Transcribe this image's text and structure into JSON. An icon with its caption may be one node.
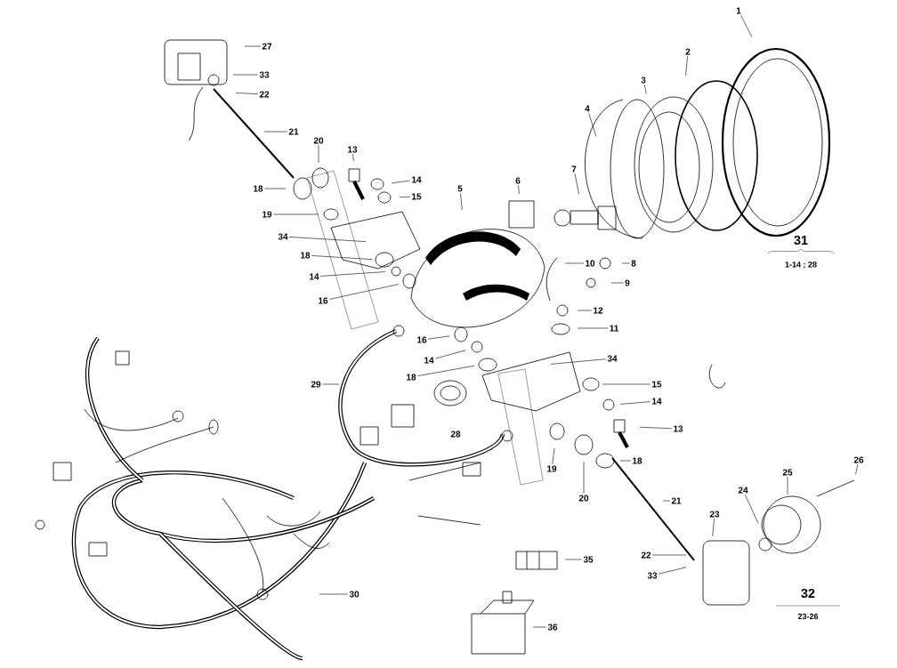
{
  "diagram": {
    "nodes": [
      {
        "text": [
          "1"
        ]
      },
      {
        "text": [
          "2"
        ]
      },
      {
        "text": [
          "3"
        ]
      },
      {
        "text": [
          "4"
        ]
      },
      {
        "text": [
          "5"
        ]
      },
      {
        "text": [
          "6"
        ]
      },
      {
        "text": [
          "7"
        ]
      },
      {
        "text": [
          "8"
        ]
      },
      {
        "text": [
          "9"
        ]
      },
      {
        "text": [
          "10"
        ]
      },
      {
        "text": [
          "11"
        ]
      },
      {
        "text": [
          "12"
        ]
      },
      {
        "text": [
          "13"
        ]
      },
      {
        "text": [
          "14"
        ]
      },
      {
        "text": [
          "15"
        ]
      },
      {
        "text": [
          "20"
        ]
      },
      {
        "text": [
          "21"
        ]
      },
      {
        "text": [
          "27"
        ]
      },
      {
        "text": [
          "33"
        ]
      },
      {
        "text": [
          "22"
        ]
      },
      {
        "text": [
          "18"
        ]
      },
      {
        "text": [
          "19"
        ]
      },
      {
        "text": [
          "34"
        ]
      },
      {
        "text": [
          "18"
        ]
      },
      {
        "text": [
          "14"
        ]
      },
      {
        "text": [
          "16"
        ]
      },
      {
        "text": [
          "16"
        ]
      },
      {
        "text": [
          "14"
        ]
      },
      {
        "text": [
          "18"
        ]
      },
      {
        "text": [
          "34"
        ]
      },
      {
        "text": [
          "29"
        ]
      },
      {
        "text": [
          "15"
        ]
      },
      {
        "text": [
          "14"
        ]
      },
      {
        "text": [
          "13"
        ]
      },
      {
        "text": [
          "18"
        ]
      },
      {
        "text": [
          "19"
        ]
      },
      {
        "text": [
          "20"
        ]
      },
      {
        "text": [
          "21"
        ]
      },
      {
        "text": [
          "26"
        ]
      },
      {
        "text": [
          "25"
        ]
      },
      {
        "text": [
          "24"
        ]
      },
      {
        "text": [
          "23"
        ]
      },
      {
        "text": [
          "22"
        ]
      },
      {
        "text": [
          "33"
        ]
      },
      {
        "text": [
          "35"
        ]
      },
      {
        "text": [
          "30"
        ]
      },
      {
        "text": [
          "36"
        ]
      }
    ],
    "edges": [
      {
        "from": 0,
        "to": null,
        "arrow": "none"
      },
      {
        "from": 1,
        "to": null,
        "arrow": "none"
      },
      {
        "from": 2,
        "to": null,
        "arrow": "none"
      },
      {
        "from": 3,
        "to": null,
        "arrow": "none"
      },
      {
        "from": 4,
        "to": null,
        "arrow": "none"
      },
      {
        "from": 5,
        "to": null,
        "arrow": "none"
      },
      {
        "from": 6,
        "to": null,
        "arrow": "none"
      },
      {
        "from": 7,
        "to": null,
        "arrow": "none"
      },
      {
        "from": 8,
        "to": null,
        "arrow": "none"
      },
      {
        "from": 9,
        "to": null,
        "arrow": "none"
      },
      {
        "from": 10,
        "to": null,
        "arrow": "none"
      },
      {
        "from": 11,
        "to": null,
        "arrow": "none"
      },
      {
        "from": 12,
        "to": null,
        "arrow": "none"
      },
      {
        "from": 13,
        "to": null,
        "arrow": "none"
      },
      {
        "from": 14,
        "to": null,
        "arrow": "none"
      },
      {
        "from": 15,
        "to": null,
        "arrow": "none"
      },
      {
        "from": 16,
        "to": null,
        "arrow": "none"
      },
      {
        "from": 17,
        "to": null,
        "arrow": "none"
      },
      {
        "from": 18,
        "to": null,
        "arrow": "none"
      },
      {
        "from": 19,
        "to": null,
        "arrow": "none"
      },
      {
        "from": 20,
        "to": null,
        "arrow": "none"
      },
      {
        "from": 21,
        "to": null,
        "arrow": "none"
      },
      {
        "from": 22,
        "to": null,
        "arrow": "none"
      },
      {
        "from": 23,
        "to": null,
        "arrow": "none"
      },
      {
        "from": 24,
        "to": null,
        "arrow": "none"
      },
      {
        "from": 25,
        "to": null,
        "arrow": "none"
      },
      {
        "from": 26,
        "to": null,
        "arrow": "none"
      },
      {
        "from": 27,
        "to": null,
        "arrow": "none"
      },
      {
        "from": 28,
        "to": null,
        "arrow": "none"
      },
      {
        "from": 29,
        "to": null,
        "arrow": "none"
      },
      {
        "from": 30,
        "to": null,
        "arrow": "none"
      },
      {
        "from": 31,
        "to": null,
        "arrow": "none"
      },
      {
        "from": 32,
        "to": null,
        "arrow": "none"
      },
      {
        "from": 33,
        "to": null,
        "arrow": "none"
      },
      {
        "from": 34,
        "to": null,
        "arrow": "none"
      },
      {
        "from": 35,
        "to": null,
        "arrow": "none"
      },
      {
        "from": 36,
        "to": null,
        "arrow": "none"
      },
      {
        "from": 37,
        "to": null,
        "arrow": "none"
      },
      {
        "from": 38,
        "to": null,
        "arrow": "none"
      },
      {
        "from": 39,
        "to": null,
        "arrow": "none"
      },
      {
        "from": 40,
        "to": null,
        "arrow": "none"
      },
      {
        "from": 41,
        "to": null,
        "arrow": "none"
      },
      {
        "from": 42,
        "to": null,
        "arrow": "none"
      },
      {
        "from": 43,
        "to": null,
        "arrow": "none"
      },
      {
        "from": 44,
        "to": null,
        "arrow": "none"
      },
      {
        "from": 45,
        "to": null,
        "arrow": "none"
      },
      {
        "from": 46,
        "to": null,
        "arrow": "none"
      }
    ],
    "labels": [
      "31",
      "1-14 ; 28",
      "28",
      "32",
      "23-26"
    ]
  }
}
